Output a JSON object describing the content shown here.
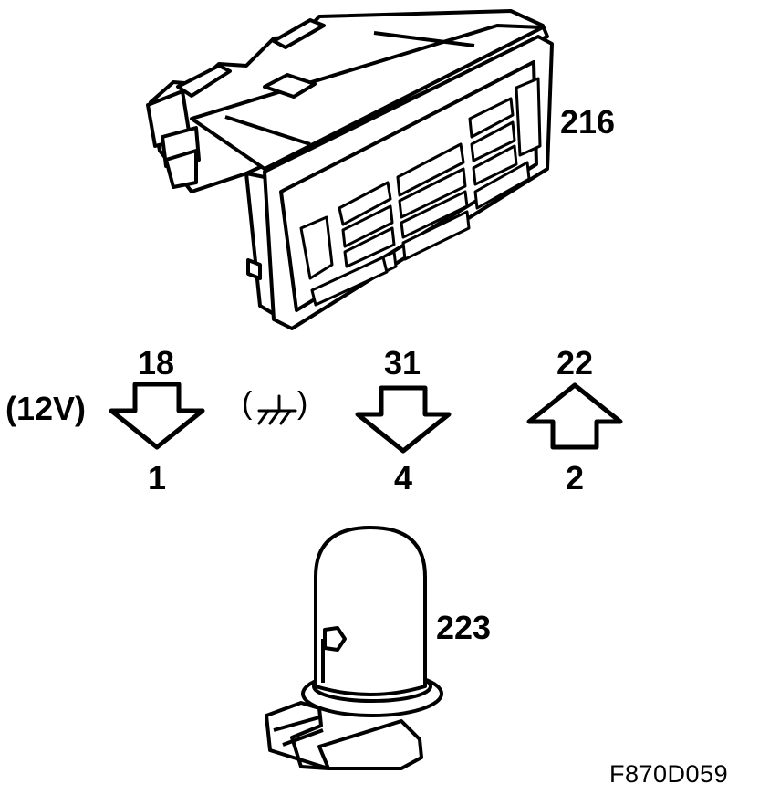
{
  "parts": {
    "control_unit": {
      "label": "216",
      "icon": "climate-control-panel-icon"
    },
    "bulb": {
      "label": "223",
      "icon": "bulb-with-socket-icon"
    }
  },
  "terminals": [
    {
      "wire": "18",
      "pin": "1",
      "note": "(12V)",
      "direction": "down"
    },
    {
      "wire": "31",
      "pin": "4",
      "note": "",
      "direction": "down"
    },
    {
      "wire": "22",
      "pin": "2",
      "note": "",
      "direction": "up"
    }
  ],
  "ground_symbol": {
    "open": "(",
    "close": ")",
    "icon": "ground-symbol-icon"
  },
  "figure_code": "F870D059"
}
